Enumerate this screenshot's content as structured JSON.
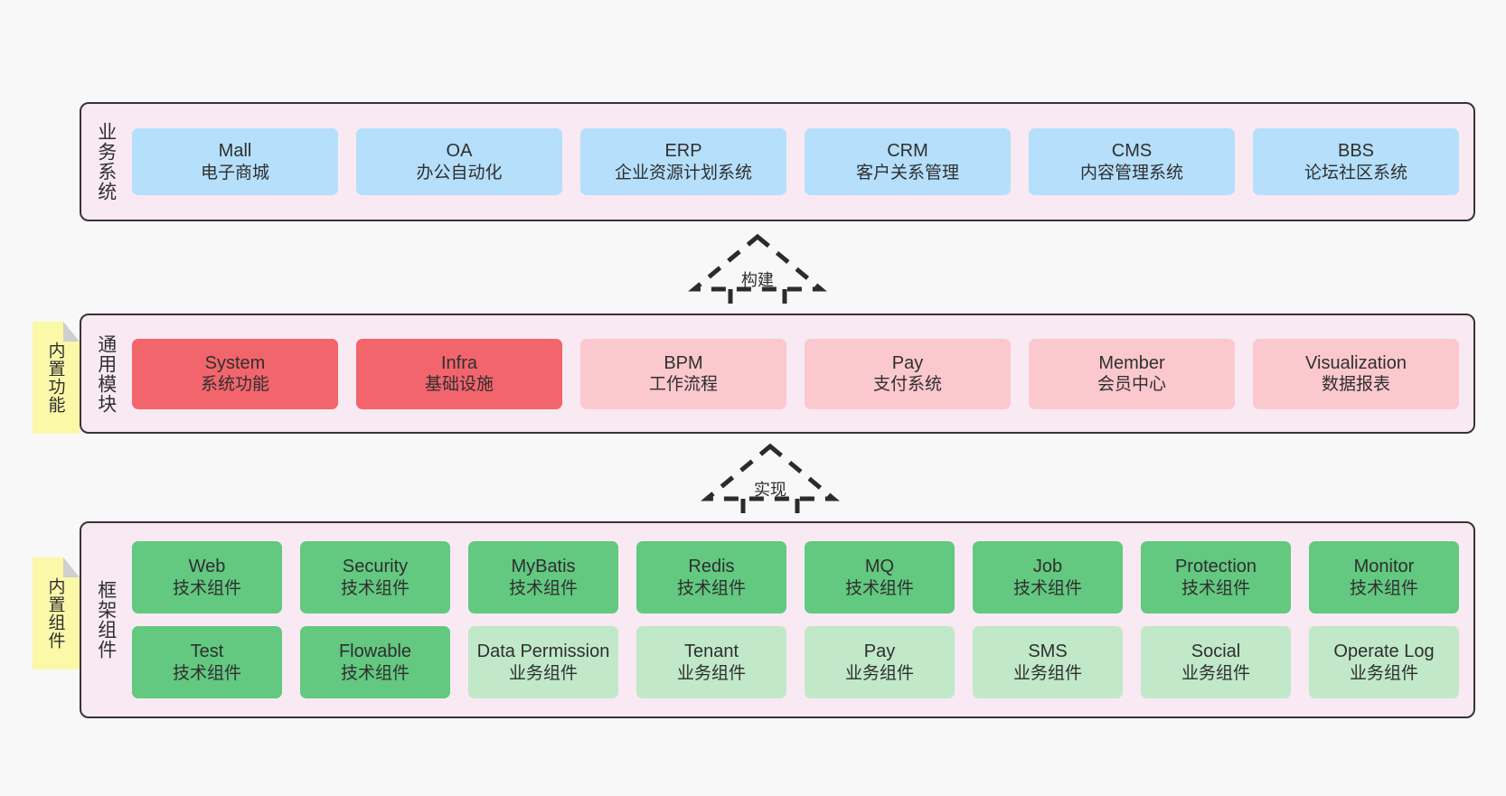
{
  "diagram": {
    "background_color": "#f8f8f8",
    "panel_color": "#f8e9f3",
    "panel_border_color": "#3a3238",
    "note_color": "#fbf8a8"
  },
  "layers": {
    "business": {
      "title": "业务系统",
      "card_color": "#b5dffb",
      "cards": [
        {
          "en": "Mall",
          "cn": "电子商城"
        },
        {
          "en": "OA",
          "cn": "办公自动化"
        },
        {
          "en": "ERP",
          "cn": "企业资源计划系统"
        },
        {
          "en": "CRM",
          "cn": "客户关系管理"
        },
        {
          "en": "CMS",
          "cn": "内容管理系统"
        },
        {
          "en": "BBS",
          "cn": "论坛社区系统"
        }
      ]
    },
    "common": {
      "title": "通用模块",
      "note": "内置功能",
      "card_color_primary": "#f2656c",
      "card_color_secondary": "#fbc8ce",
      "cards": [
        {
          "en": "System",
          "cn": "系统功能",
          "tone": "red"
        },
        {
          "en": "Infra",
          "cn": "基础设施",
          "tone": "red"
        },
        {
          "en": "BPM",
          "cn": "工作流程",
          "tone": "pink"
        },
        {
          "en": "Pay",
          "cn": "支付系统",
          "tone": "pink"
        },
        {
          "en": "Member",
          "cn": "会员中心",
          "tone": "pink"
        },
        {
          "en": "Visualization",
          "cn": "数据报表",
          "tone": "pink"
        }
      ]
    },
    "framework": {
      "title": "框架组件",
      "note": "内置组件",
      "card_color_tech": "#63c880",
      "card_color_business": "#c0e8c9",
      "row_tech": [
        {
          "en": "Web",
          "cn": "技术组件"
        },
        {
          "en": "Security",
          "cn": "技术组件"
        },
        {
          "en": "MyBatis",
          "cn": "技术组件"
        },
        {
          "en": "Redis",
          "cn": "技术组件"
        },
        {
          "en": "MQ",
          "cn": "技术组件"
        },
        {
          "en": "Job",
          "cn": "技术组件"
        },
        {
          "en": "Protection",
          "cn": "技术组件"
        },
        {
          "en": "Monitor",
          "cn": "技术组件"
        }
      ],
      "row_business": [
        {
          "en": "Test",
          "cn": "技术组件",
          "tone": "tech"
        },
        {
          "en": "Flowable",
          "cn": "技术组件",
          "tone": "tech"
        },
        {
          "en": "Data Permission",
          "cn": "业务组件",
          "tone": "business"
        },
        {
          "en": "Tenant",
          "cn": "业务组件",
          "tone": "business"
        },
        {
          "en": "Pay",
          "cn": "业务组件",
          "tone": "business"
        },
        {
          "en": "SMS",
          "cn": "业务组件",
          "tone": "business"
        },
        {
          "en": "Social",
          "cn": "业务组件",
          "tone": "business"
        },
        {
          "en": "Operate Log",
          "cn": "业务组件",
          "tone": "business"
        }
      ]
    }
  },
  "arrows": [
    {
      "name": "build",
      "label": "构建",
      "style": "dashed-generalization",
      "direction": "up"
    },
    {
      "name": "realize",
      "label": "实现",
      "style": "dashed-generalization",
      "direction": "up"
    }
  ]
}
